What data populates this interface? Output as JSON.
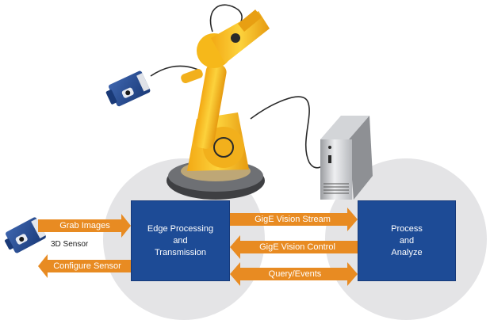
{
  "edge_box": {
    "line1": "Edge Processing",
    "line2": "and",
    "line3": "Transmission"
  },
  "process_box": {
    "line1": "Process",
    "line2": "and",
    "line3": "Analyze"
  },
  "arrows": {
    "grab_images": "Grab Images",
    "configure_sensor": "Configure Sensor",
    "gige_stream": "GigE Vision Stream",
    "gige_control": "GigE Vision Control",
    "query_events": "Query/Events"
  },
  "sensor_label": "3D Sensor",
  "colors": {
    "box_blue": "#1d4b96",
    "arrow_orange": "#e88b22",
    "robot_yellow": "#f6b81a",
    "circle_gray": "#e4e4e6",
    "sensor_blue": "#23488f"
  },
  "icons": [
    "robot-arm-icon",
    "camera-sensor-icon",
    "server-tower-icon",
    "3d-sensor-icon"
  ]
}
